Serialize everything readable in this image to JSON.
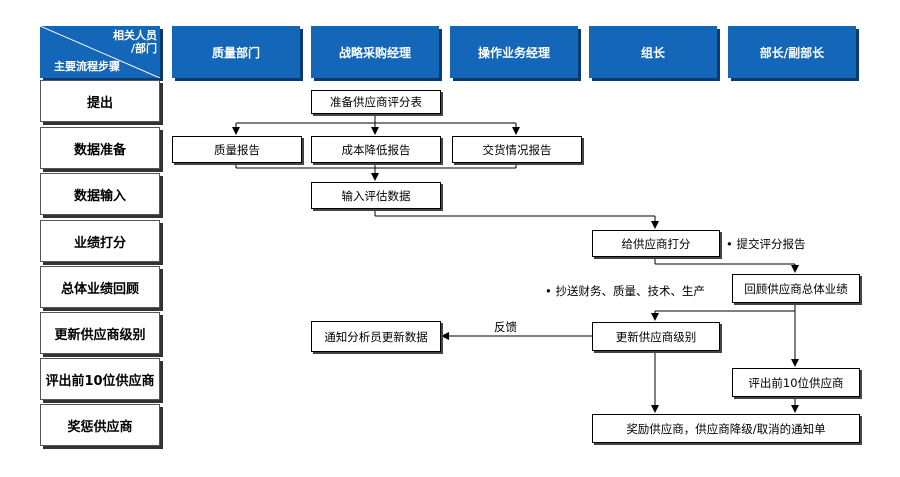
{
  "header": {
    "corner_top": "相关人员",
    "corner_mid": "/部门",
    "corner_bottom": "主要流程步骤",
    "columns": [
      "质量部门",
      "战略采购经理",
      "操作业务经理",
      "组长",
      "部长/副部长"
    ]
  },
  "steps": [
    "提出",
    "数据准备",
    "数据输入",
    "业绩打分",
    "总体业绩回顾",
    "更新供应商级别",
    "评出前10位供应商",
    "奖惩供应商"
  ],
  "boxes": {
    "prepare_scorecard": "准备供应商评分表",
    "quality_report": "质量报告",
    "cost_report": "成本降低报告",
    "delivery_report": "交货情况报告",
    "input_data": "输入评估数据",
    "score_supplier": "给供应商打分",
    "review_performance": "回顾供应商总体业绩",
    "update_level": "更新供应商级别",
    "notify_analyst": "通知分析员更新数据",
    "top10": "评出前10位供应商",
    "reward_notice": "奖励供应商，供应商降级/取消的通知单"
  },
  "notes": {
    "submit_report": "• 提交评分报告",
    "cc_departments": "• 抄送财务、质量、技术、生产",
    "feedback": "反馈"
  },
  "colors": {
    "header_blue": "#1366b8",
    "header_shadow": "#0a3a6e"
  }
}
